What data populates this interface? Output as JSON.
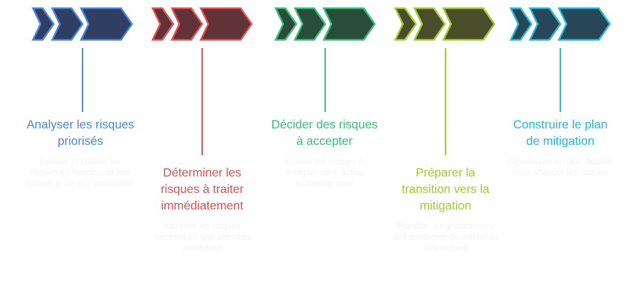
{
  "steps": [
    {
      "title": "Analyser les risques priorisés",
      "description": "Évaluer et classer les risques en fonction de leur impact et de leur probabilité",
      "color": "#4a86e0",
      "fill": "#2e3f63"
    },
    {
      "title": "Déterminer les risques à traiter immédiatement",
      "description": "Identifier les risques nécessitant une attention immédiate",
      "color": "#e35050",
      "fill": "#613237"
    },
    {
      "title": "Décider des risques à accepter",
      "description": "Choisir les risques à accepter sans action supplémentaire",
      "color": "#33c173",
      "fill": "#294d3a"
    },
    {
      "title": "Préparer la transition vers la mitigation",
      "description": "Planifier la transition vers des stratégies de mitigation des risques",
      "color": "#9ccd2b",
      "fill": "#494d2a"
    },
    {
      "title": "Construire le plan de mitigation",
      "description": "Développer un plan détaillé pour atténuer les risques",
      "color": "#1fb8dd",
      "fill": "#274656"
    }
  ]
}
